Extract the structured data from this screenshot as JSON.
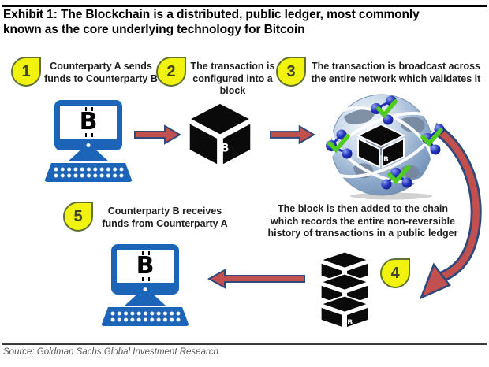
{
  "title": {
    "lines": [
      "Exhibit 1: The Blockchain is a distributed, public ledger, most commonly",
      "known as the core underlying technology for Bitcoin"
    ]
  },
  "steps": [
    {
      "number": "1",
      "lines": [
        "Counterparty A sends",
        "funds to Counterparty B"
      ]
    },
    {
      "number": "2",
      "lines": [
        "The transaction is",
        "configured into a",
        "block"
      ]
    },
    {
      "number": "3",
      "lines": [
        "The transaction is broadcast across",
        "the entire network which validates it"
      ]
    },
    {
      "number": "4",
      "lines": [
        "The block is then added to the chain",
        "which records the entire non-reversible",
        "history of transactions in a public ledger"
      ]
    },
    {
      "number": "5",
      "lines": [
        "Counterparty B receives",
        "funds from Counterparty A"
      ]
    }
  ],
  "source_note": "Source: Goldman Sachs Global Investment Research.",
  "icons": {
    "bitcoin_glyph": "B"
  },
  "colors": {
    "arrow_fill": "#C1504E",
    "arrow_border": "#2F497B",
    "badge_fill": "#F2F20F",
    "badge_border": "#5E7233",
    "monitor_blue": "#1C64B8",
    "cube_black": "#0A0A0A",
    "check_green": "#50CC1E",
    "node_blue": "#2233BB",
    "title_black": "#000000",
    "source_gray": "#575757"
  }
}
